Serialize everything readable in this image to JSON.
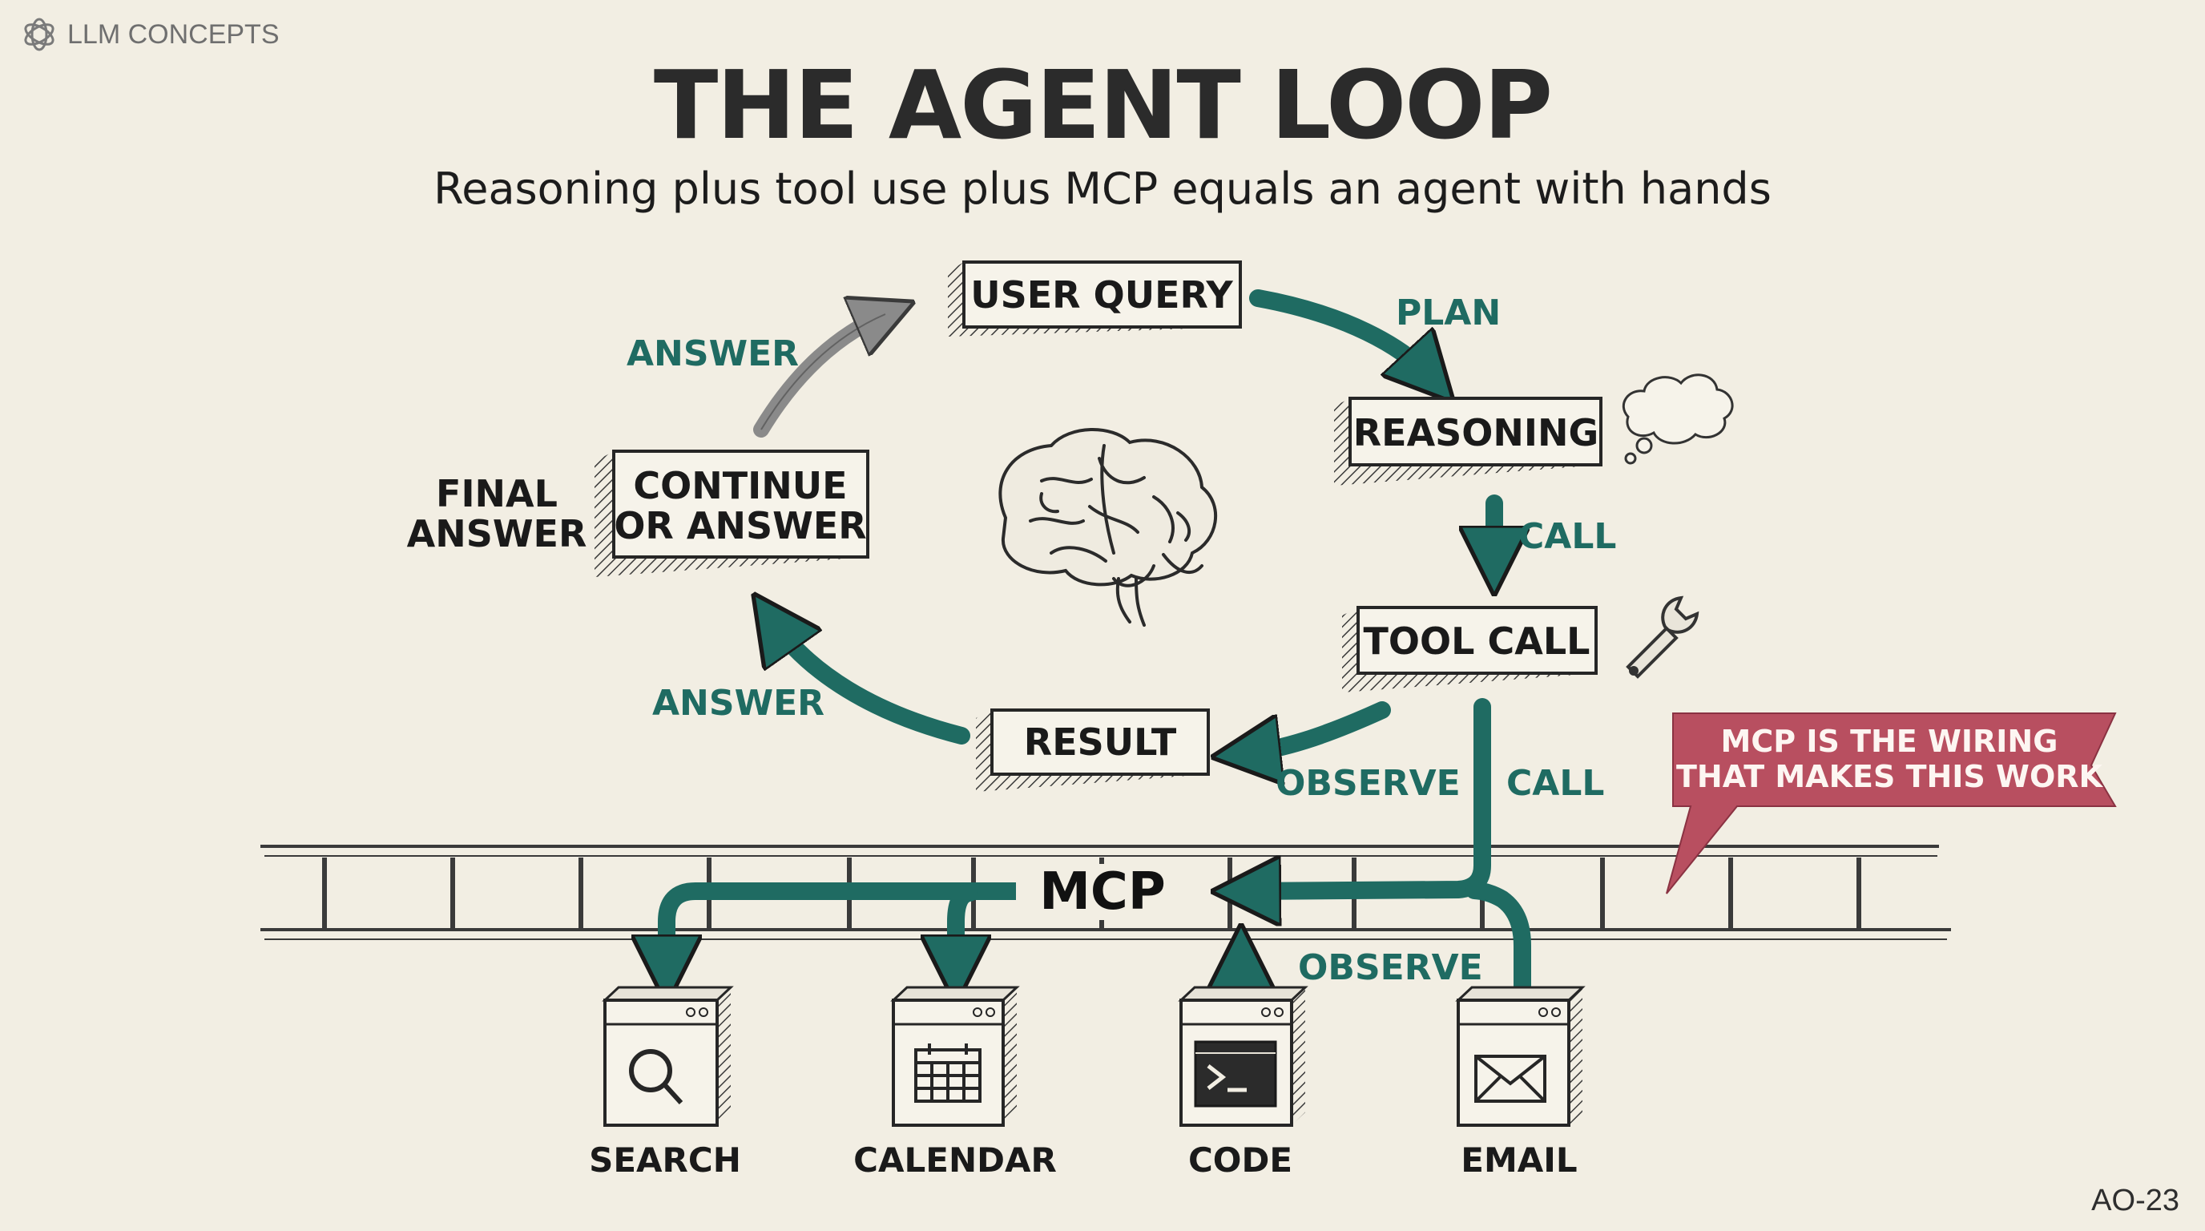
{
  "brand": {
    "label": "LLM CONCEPTS",
    "icon": "openai-knot-icon"
  },
  "title": "THE AGENT LOOP",
  "subtitle": "Reasoning plus tool use plus MCP equals an agent with hands",
  "nodes": {
    "user_query": "USER QUERY",
    "reasoning": "REASONING",
    "tool_call": "TOOL CALL",
    "result": "RESULT",
    "continue_line1": "CONTINUE",
    "continue_line2": "OR ANSWER",
    "final_line1": "FINAL",
    "final_line2": "ANSWER",
    "mcp": "MCP"
  },
  "edges": {
    "plan": "PLAN",
    "call_reasoning": "CALL",
    "observe_result": "OBSERVE",
    "call_mcp": "CALL",
    "answer_top": "ANSWER",
    "answer_bottom": "ANSWER",
    "observe_code": "OBSERVE"
  },
  "tools": [
    "SEARCH",
    "CALENDAR",
    "CODE",
    "EMAIL"
  ],
  "callout": {
    "line1": "MCP IS THE WIRING",
    "line2": "THAT MAKES THIS WORK"
  },
  "page_code": "AO-23",
  "colors": {
    "accent": "#1f6b62",
    "callout": "#b84f60",
    "ink": "#2a2a2a",
    "background": "#f2eee3"
  }
}
